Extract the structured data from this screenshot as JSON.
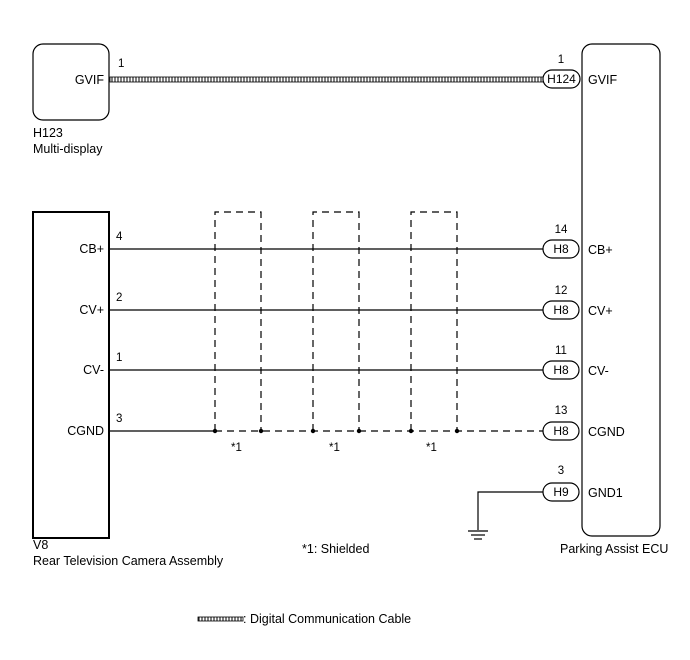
{
  "components": {
    "multi_display": {
      "code": "H123",
      "name": "Multi-display",
      "terminal": "GVIF",
      "pin": "1"
    },
    "camera": {
      "code": "V8",
      "name": "Rear Television Camera Assembly",
      "terminals": [
        {
          "name": "CB+",
          "pin": "4"
        },
        {
          "name": "CV+",
          "pin": "2"
        },
        {
          "name": "CV-",
          "pin": "1"
        },
        {
          "name": "CGND",
          "pin": "3"
        }
      ]
    },
    "ecu": {
      "name": "Parking Assist ECU",
      "terminals": [
        {
          "name": "GVIF",
          "pin": "1",
          "connector": "H124"
        },
        {
          "name": "CB+",
          "pin": "14",
          "connector": "H8"
        },
        {
          "name": "CV+",
          "pin": "12",
          "connector": "H8"
        },
        {
          "name": "CV-",
          "pin": "11",
          "connector": "H8"
        },
        {
          "name": "CGND",
          "pin": "13",
          "connector": "H8"
        },
        {
          "name": "GND1",
          "pin": "3",
          "connector": "H9"
        }
      ]
    }
  },
  "shield_marks": [
    "*1",
    "*1",
    "*1"
  ],
  "notes": {
    "shielded": "*1: Shielded",
    "digital_cable": ": Digital Communication Cable"
  }
}
